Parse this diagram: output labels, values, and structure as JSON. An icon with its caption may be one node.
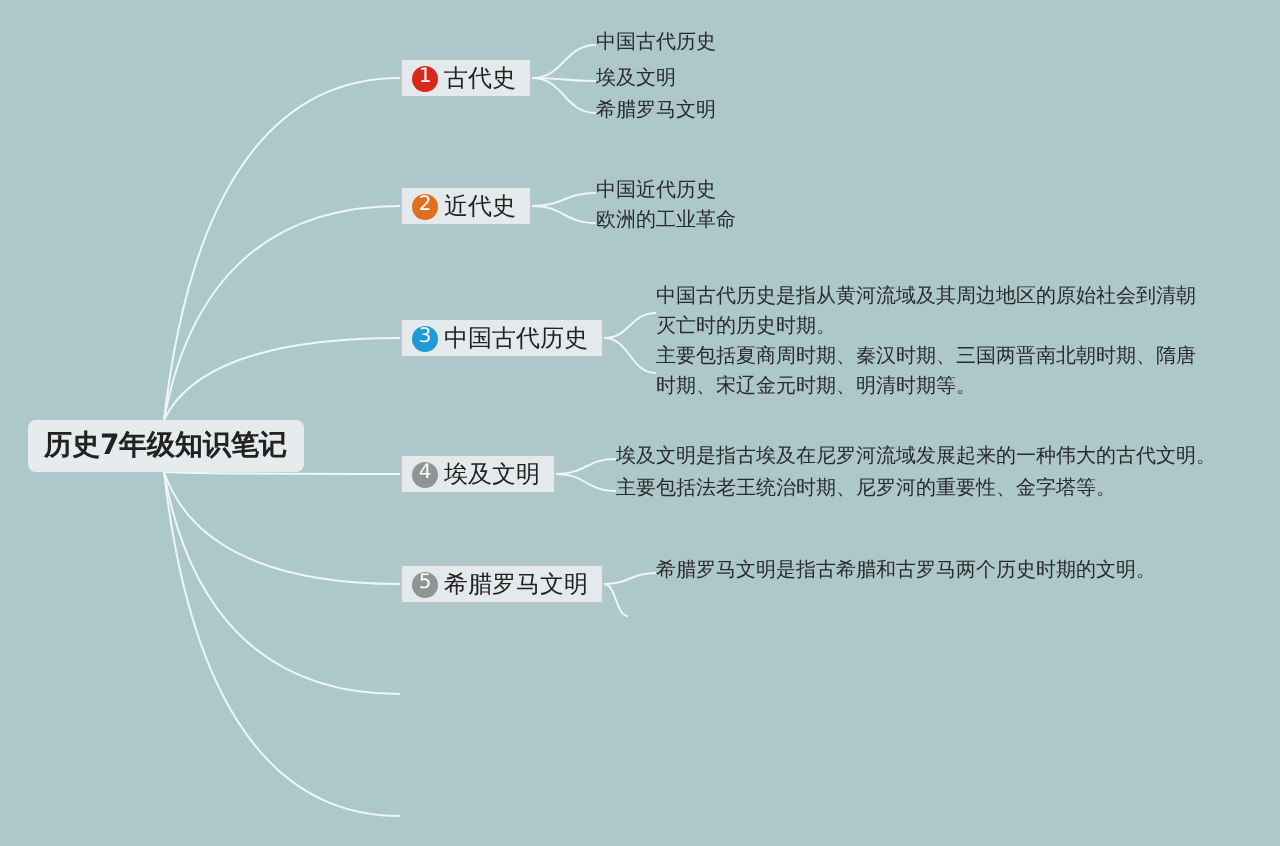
{
  "diagram": {
    "nodes": [
      {
        "text": [
          "历史7年级知识笔记"
        ]
      },
      {
        "text": [
          "1",
          "古代史"
        ]
      },
      {
        "text": [
          "2",
          "近代史"
        ]
      },
      {
        "text": [
          "3",
          "中国古代历史"
        ]
      },
      {
        "text": [
          "4",
          "埃及文明"
        ]
      },
      {
        "text": [
          "5",
          "希腊罗马文明"
        ]
      },
      {
        "text": [
          "中国古代历史"
        ]
      },
      {
        "text": [
          "埃及文明"
        ]
      },
      {
        "text": [
          "希腊罗马文明"
        ]
      },
      {
        "text": [
          "中国近代历史"
        ]
      },
      {
        "text": [
          "欧洲的工业革命"
        ]
      },
      {
        "text": [
          "中国古代历史是指从黄河流域及其周边地区的原始社会到清朝灭亡时的历史时期。"
        ]
      },
      {
        "text": [
          "主要包括夏商周时期、秦汉时期、三国两晋南北朝时期、隋唐时期、宋辽金元时期、明清时期等。"
        ]
      },
      {
        "text": [
          "埃及文明是指古埃及在尼罗河流域发展起来的一种伟大的古代文明。"
        ]
      },
      {
        "text": [
          "主要包括法老王统治时期、尼罗河的重要性、金字塔等。"
        ]
      },
      {
        "text": [
          "希腊罗马文明是指古希腊和古罗马两个历史时期的文明。"
        ]
      }
    ],
    "edges": [
      {
        "from": 0,
        "to": 1,
        "arrow": "none"
      },
      {
        "from": 0,
        "to": 2,
        "arrow": "none"
      },
      {
        "from": 0,
        "to": 3,
        "arrow": "none"
      },
      {
        "from": 0,
        "to": 4,
        "arrow": "none"
      },
      {
        "from": 0,
        "to": 5,
        "arrow": "none"
      },
      {
        "from": 0,
        "to": null,
        "arrow": "none"
      },
      {
        "from": 0,
        "to": null,
        "arrow": "none"
      },
      {
        "from": 1,
        "to": 6,
        "arrow": "none"
      },
      {
        "from": 1,
        "to": 7,
        "arrow": "none"
      },
      {
        "from": 1,
        "to": 8,
        "arrow": "none"
      },
      {
        "from": 2,
        "to": 9,
        "arrow": "none"
      },
      {
        "from": 2,
        "to": 10,
        "arrow": "none"
      },
      {
        "from": 3,
        "to": 11,
        "arrow": "none"
      },
      {
        "from": 3,
        "to": 12,
        "arrow": "none"
      },
      {
        "from": 4,
        "to": 13,
        "arrow": "none"
      },
      {
        "from": 4,
        "to": 14,
        "arrow": "none"
      },
      {
        "from": 5,
        "to": 15,
        "arrow": "none"
      },
      {
        "from": 5,
        "to": null,
        "arrow": "none"
      }
    ]
  }
}
